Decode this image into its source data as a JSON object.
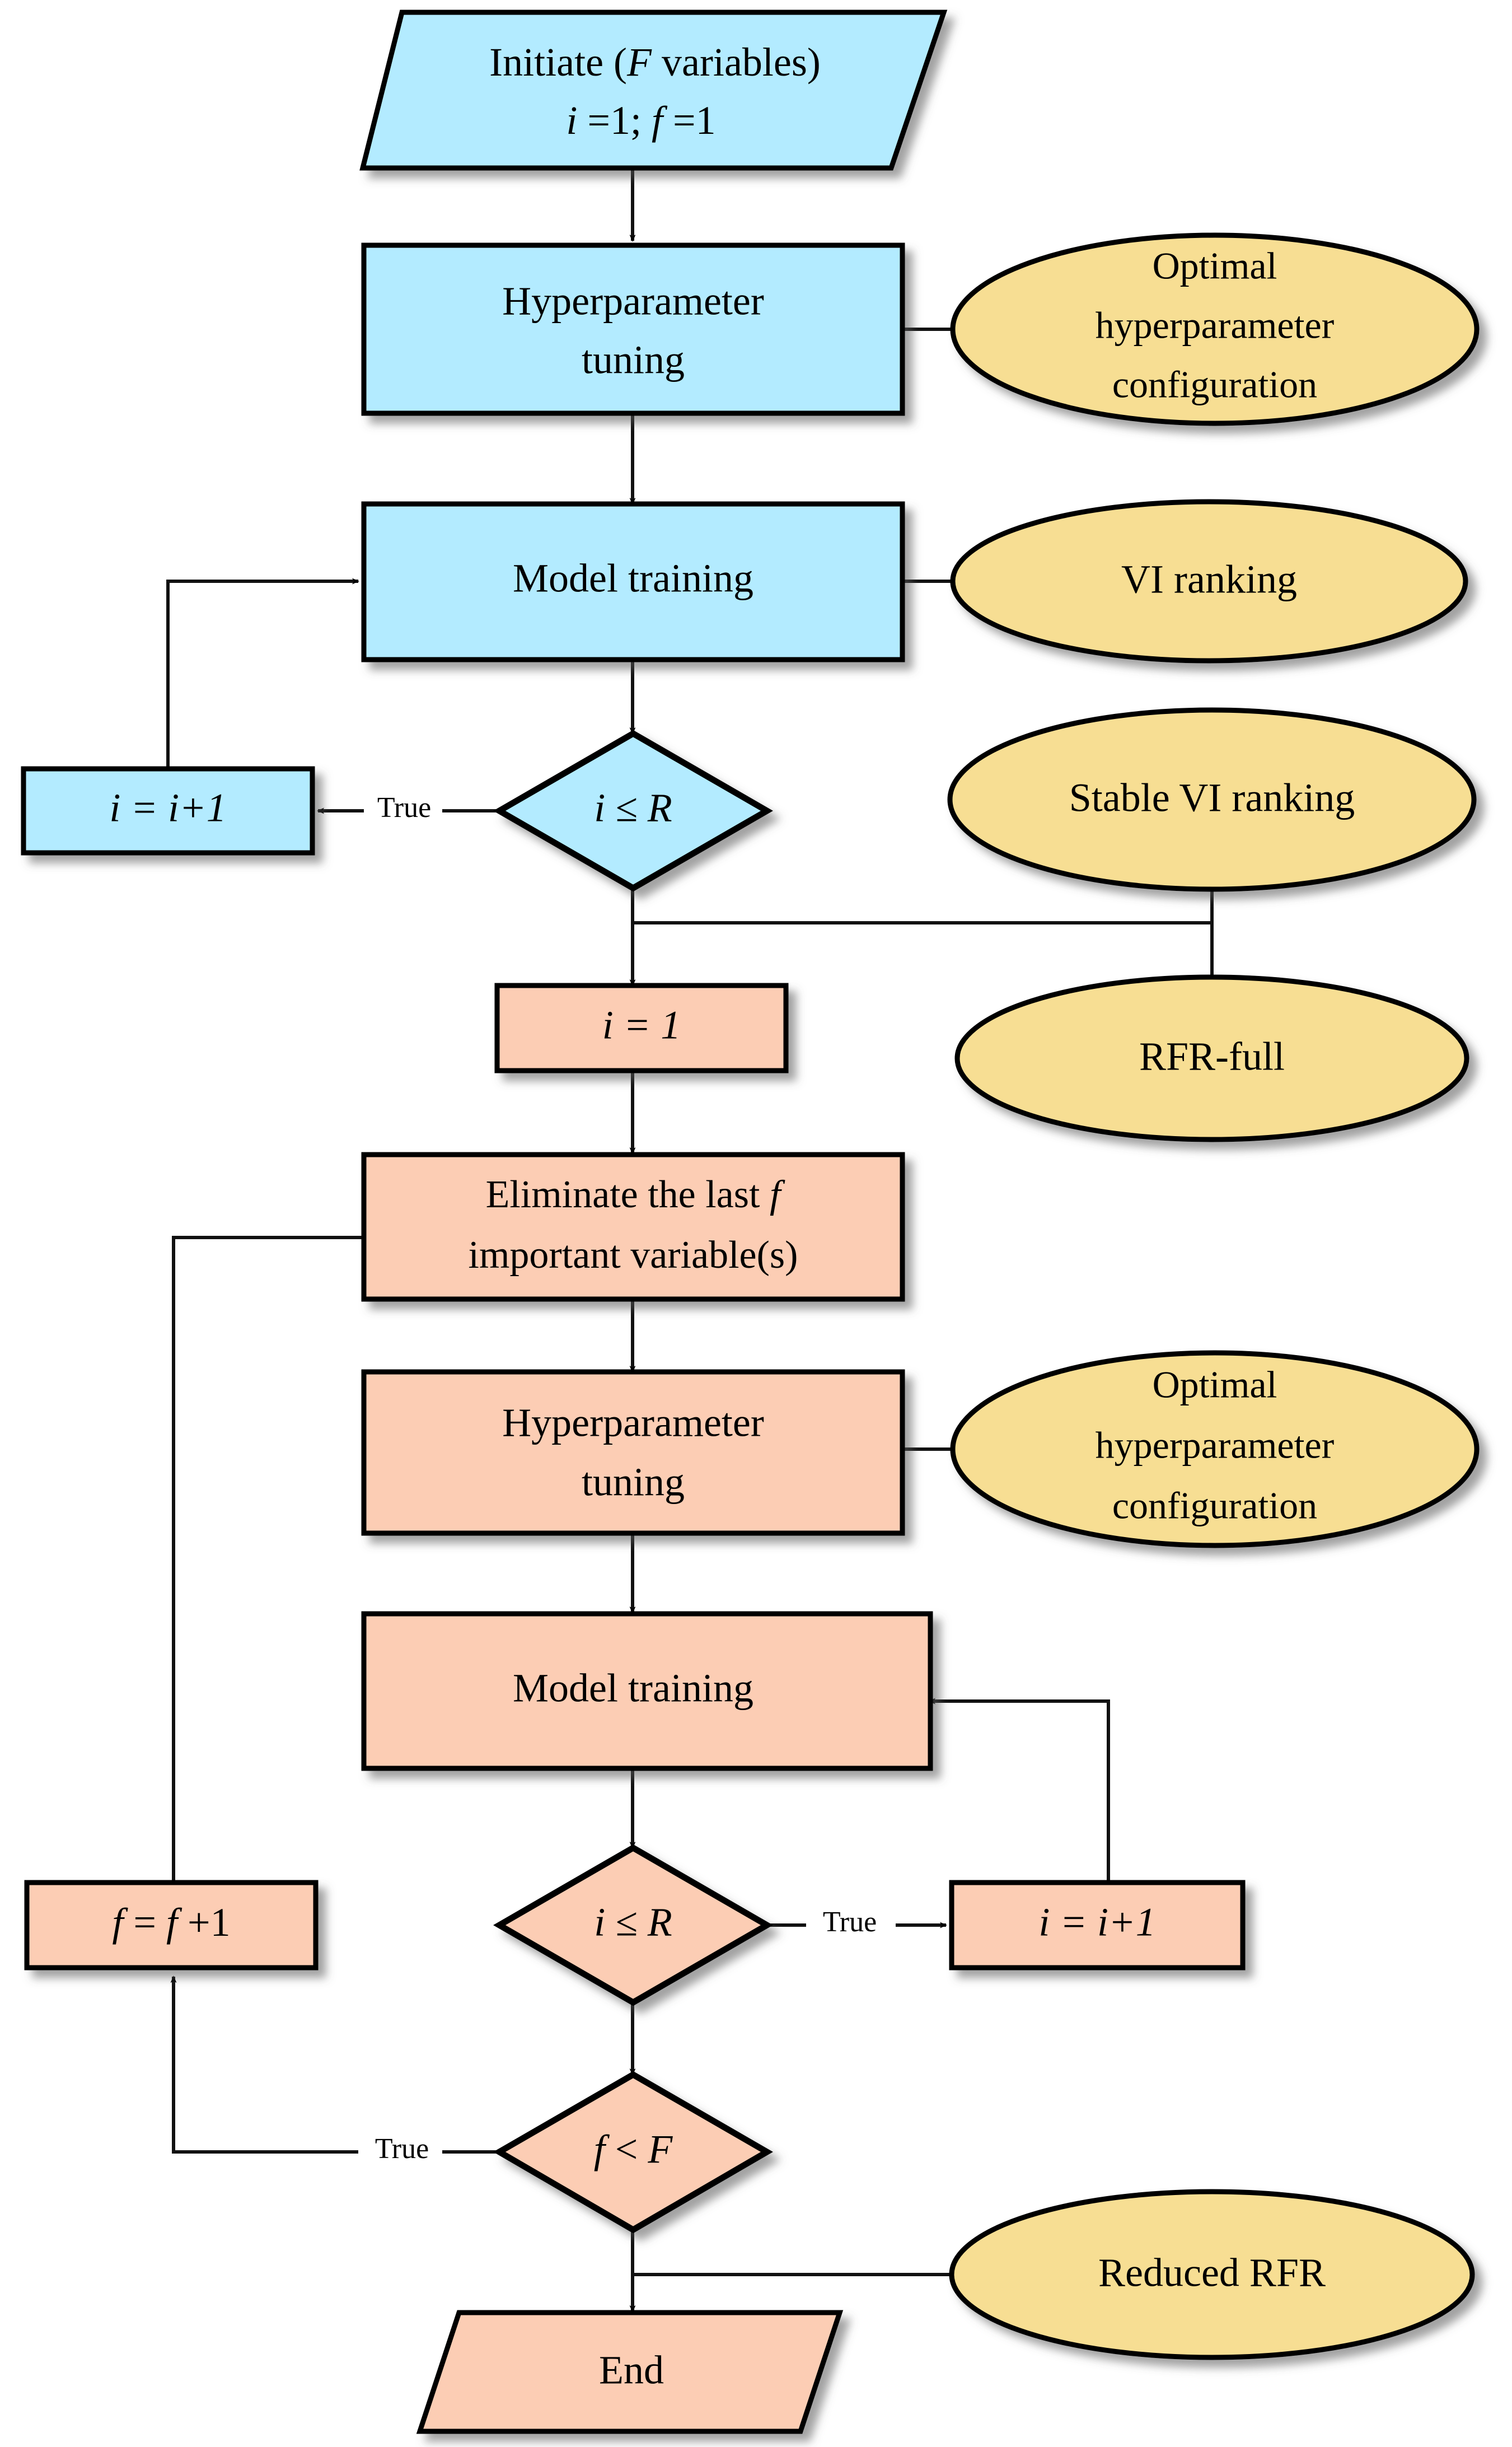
{
  "diagram": {
    "title": "Recursive feature elimination random forest regression flowchart",
    "colors": {
      "blue_fill": "#B3EBFF",
      "pink_fill": "#FCCDB4",
      "yellow_fill": "#F7DE93",
      "stroke": "#000000",
      "connector": "#1a1a1a",
      "background": "#FFFFFF"
    },
    "nodes": {
      "start": {
        "line1": "Initiate (F variables)",
        "line2": "i =1;  f =1",
        "shape": "parallelogram",
        "color": "blue"
      },
      "hyper_tuning_1": {
        "line1": "Hyperparameter",
        "line2": "tuning",
        "shape": "rect",
        "color": "blue"
      },
      "model_training_1": {
        "line1": "Model training",
        "shape": "rect",
        "color": "blue"
      },
      "decision_i_le_R_1": {
        "line1": "i  ≤  R",
        "shape": "diamond",
        "color": "blue"
      },
      "incr_i_1": {
        "line1": "i = i+1",
        "shape": "rect",
        "color": "blue"
      },
      "set_i_1": {
        "line1": "i = 1",
        "shape": "rect",
        "color": "pink"
      },
      "eliminate": {
        "line1": "Eliminate the last f",
        "line2": "important variable(s)",
        "shape": "rect",
        "color": "pink"
      },
      "hyper_tuning_2": {
        "line1": "Hyperparameter",
        "line2": "tuning",
        "shape": "rect",
        "color": "pink"
      },
      "model_training_2": {
        "line1": "Model training",
        "shape": "rect",
        "color": "pink"
      },
      "decision_i_le_R_2": {
        "line1": "i  ≤  R",
        "shape": "diamond",
        "color": "pink"
      },
      "incr_i_2": {
        "line1": "i = i+1",
        "shape": "rect",
        "color": "pink"
      },
      "incr_f": {
        "line1": "f = f +1",
        "shape": "rect",
        "color": "pink"
      },
      "decision_f_lt_F": {
        "line1": "f < F",
        "shape": "diamond",
        "color": "pink"
      },
      "end": {
        "line1": "End",
        "shape": "parallelogram",
        "color": "pink"
      }
    },
    "annotations": {
      "optimal_config_1": {
        "line1": "Optimal",
        "line2": "hyperparameter",
        "line3": "configuration",
        "shape": "ellipse",
        "color": "yellow"
      },
      "vi_ranking": {
        "line1": "VI ranking",
        "shape": "ellipse",
        "color": "yellow"
      },
      "stable_vi_ranking": {
        "line1": "Stable VI ranking",
        "shape": "ellipse",
        "color": "yellow"
      },
      "rfr_full": {
        "line1": "RFR-full",
        "shape": "ellipse",
        "color": "yellow"
      },
      "optimal_config_2": {
        "line1": "Optimal",
        "line2": "hyperparameter",
        "line3": "configuration",
        "shape": "ellipse",
        "color": "yellow"
      },
      "reduced_rfr": {
        "line1": "Reduced RFR",
        "shape": "ellipse",
        "color": "yellow"
      }
    },
    "edge_labels": {
      "true_1": "True",
      "true_2": "True",
      "true_3": "True"
    }
  }
}
